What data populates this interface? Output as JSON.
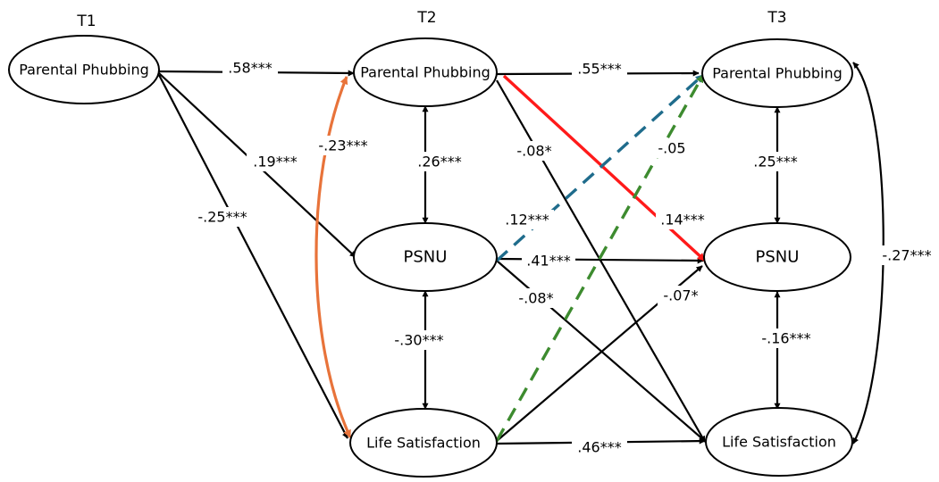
{
  "time_points": {
    "t1": "T1",
    "t2": "T2",
    "t3": "T3"
  },
  "nodes": {
    "t1_pp": "Parental Phubbing",
    "t2_pp": "Parental Phubbing",
    "t2_psnu": "PSNU",
    "t2_ls": "Life Satisfaction",
    "t3_pp": "Parental Phubbing",
    "t3_psnu": "PSNU",
    "t3_ls": "Life Satisfaction"
  },
  "coefficients": {
    "t1pp_t2pp": ".58***",
    "t1pp_t2psnu": ".19***",
    "t1pp_t2ls": "-.25***",
    "t2pp_t2ls_corr": "-.23***",
    "t2pp_t2psnu_corr": ".26***",
    "t2psnu_t2ls_corr": "-.30***",
    "t2pp_t3pp": ".55***",
    "t2pp_t3ls": "-.08*",
    "t2ls_t3pp": "-.05",
    "t2psnu_t3pp": ".12***",
    "t2pp_t3psnu": ".14***",
    "t2psnu_t3psnu": ".41***",
    "t2psnu_t3ls": "-.08*",
    "t2ls_t3psnu": "-.07*",
    "t2ls_t3ls": ".46***",
    "t3pp_t3psnu_corr": ".25***",
    "t3psnu_t3ls_corr": "-.16***",
    "t3pp_t3ls_corr": "-.27***"
  },
  "colors": {
    "default": "#000000",
    "orange": "#E8733A",
    "red": "#FF1A1A",
    "blue": "#1F6C8C",
    "green": "#3D8B2F"
  }
}
